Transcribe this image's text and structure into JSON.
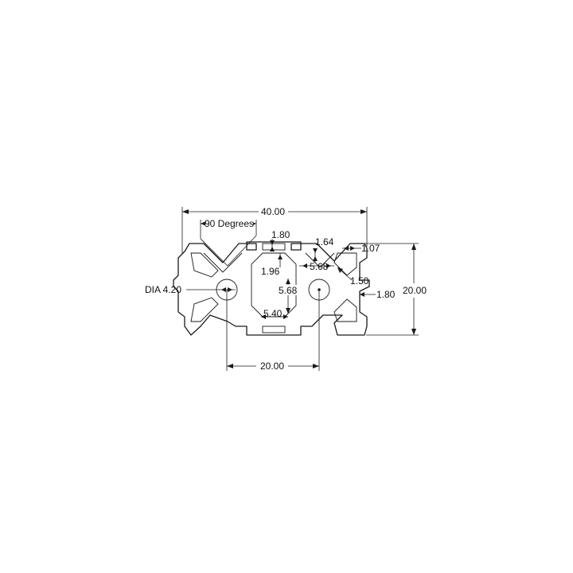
{
  "drawing": {
    "labels": {
      "overall_width": "40.00",
      "angle": "90 Degrees",
      "slot_wall": "1.80",
      "slot_lip": "1.64",
      "slot_depth": "1.96",
      "slot_gap": "5.68",
      "lip_offset": "1.07",
      "chamfer": "1.50",
      "side_wall": "1.80",
      "center_height": "5.68",
      "center_width": "5.40",
      "hole_dia": "DIA 4.20",
      "overall_height": "20.00",
      "hole_pitch": "20.00"
    }
  }
}
